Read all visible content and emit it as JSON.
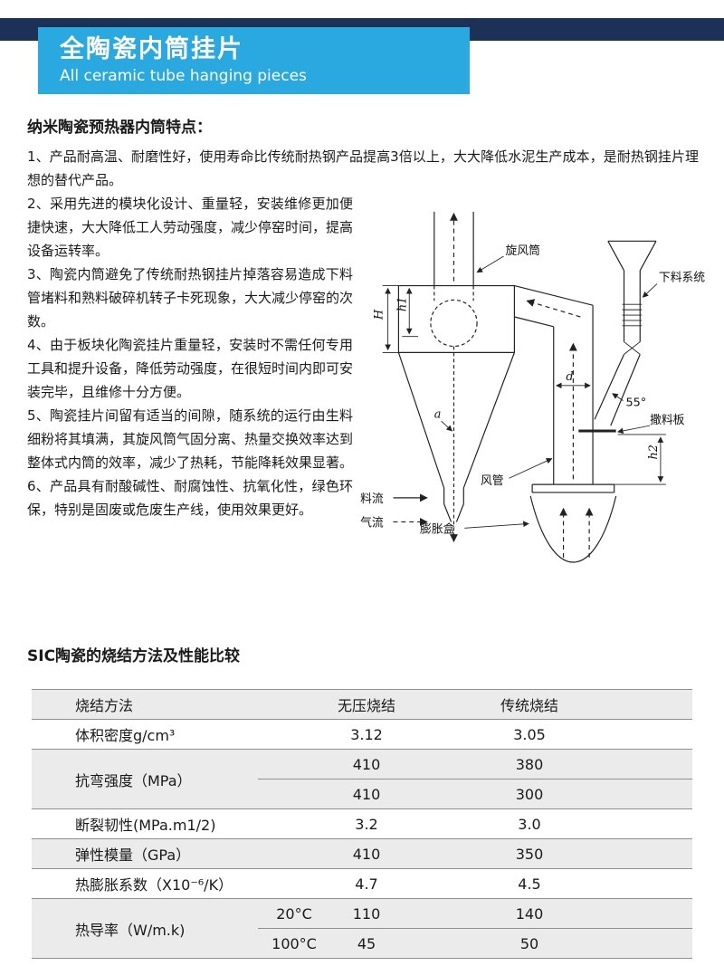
{
  "banner": {
    "title_cn": "全陶瓷内筒挂片",
    "title_en": "All ceramic tube hanging pieces"
  },
  "colors": {
    "navy_strip": "#1d3156",
    "banner_cyan": "#29a9e0",
    "table_row_gray": "#ebebeb",
    "table_line": "#8f8f8f"
  },
  "features": {
    "heading": "纳米陶瓷预热器内筒特点：",
    "items": [
      "1、产品耐高温、耐磨性好，使用寿命比传统耐热钢产品提高3倍以上，大大降低水泥生产成本，是耐热钢挂片理想的替代产品。",
      "2、采用先进的模块化设计、重量轻，安装维修更加便捷快速，大大降低工人劳动强度，减少停窑时间，提高设备运转率。",
      "3、陶瓷内筒避免了传统耐热钢挂片掉落容易造成下料管堵料和熟料破碎机转子卡死现象，大大减少停窑的次数。",
      "4、由于板块化陶瓷挂片重量轻，安装时不需任何专用工具和提升设备，降低劳动强度，在很短时间内即可安装完毕，且维修十分方便。",
      "5、陶瓷挂片间留有适当的间隙，随系统的运行由生料细粉将其填满，其旋风筒气固分离、热量交换效率达到整体式内筒的效率，减少了热耗，节能降耗效果显著。",
      "6、产品具有耐酸碱性、耐腐蚀性、抗氧化性，绿色环保，特别是固废或危废生产线，使用效果更好。"
    ]
  },
  "diagram": {
    "labels": {
      "cyclone": "旋风筒",
      "feed_system": "下料系统",
      "angle": "55°",
      "spreader_plate": "撒料板",
      "wind_pipe": "风管",
      "material_flow": "料流",
      "air_flow": "气流",
      "expansion_box": "膨胀盒",
      "dim_H": "H",
      "dim_h1": "h1",
      "dim_d": "d",
      "dim_h2": "h2",
      "dim_a": "a"
    }
  },
  "table_section": {
    "title": "SIC陶瓷的烧结方法及性能比较",
    "table": {
      "type": "table",
      "header": {
        "method": "烧结方法",
        "col1": "无压烧结",
        "col2": "传统烧结"
      },
      "rows": [
        {
          "name": "体积密度g/cm³",
          "v1": "3.12",
          "v2": "3.05"
        },
        {
          "name": "抗弯强度（MPa）",
          "lines": [
            {
              "v1": "410",
              "v2": "380"
            },
            {
              "v1": "410",
              "v2": "300"
            }
          ]
        },
        {
          "name": "断裂韧性(MPa.m1/2)",
          "v1": "3.2",
          "v2": "3.0"
        },
        {
          "name": "弹性模量（GPa）",
          "v1": "410",
          "v2": "350"
        },
        {
          "name": "热膨胀系数（X10⁻⁶/K）",
          "v1": "4.7",
          "v2": "4.5"
        },
        {
          "name": "热导率（W/m.k)",
          "lines": [
            {
              "temp": "20°C",
              "v1": "110",
              "v2": "140"
            },
            {
              "temp": "100°C",
              "v1": "45",
              "v2": "50"
            }
          ]
        }
      ]
    }
  }
}
